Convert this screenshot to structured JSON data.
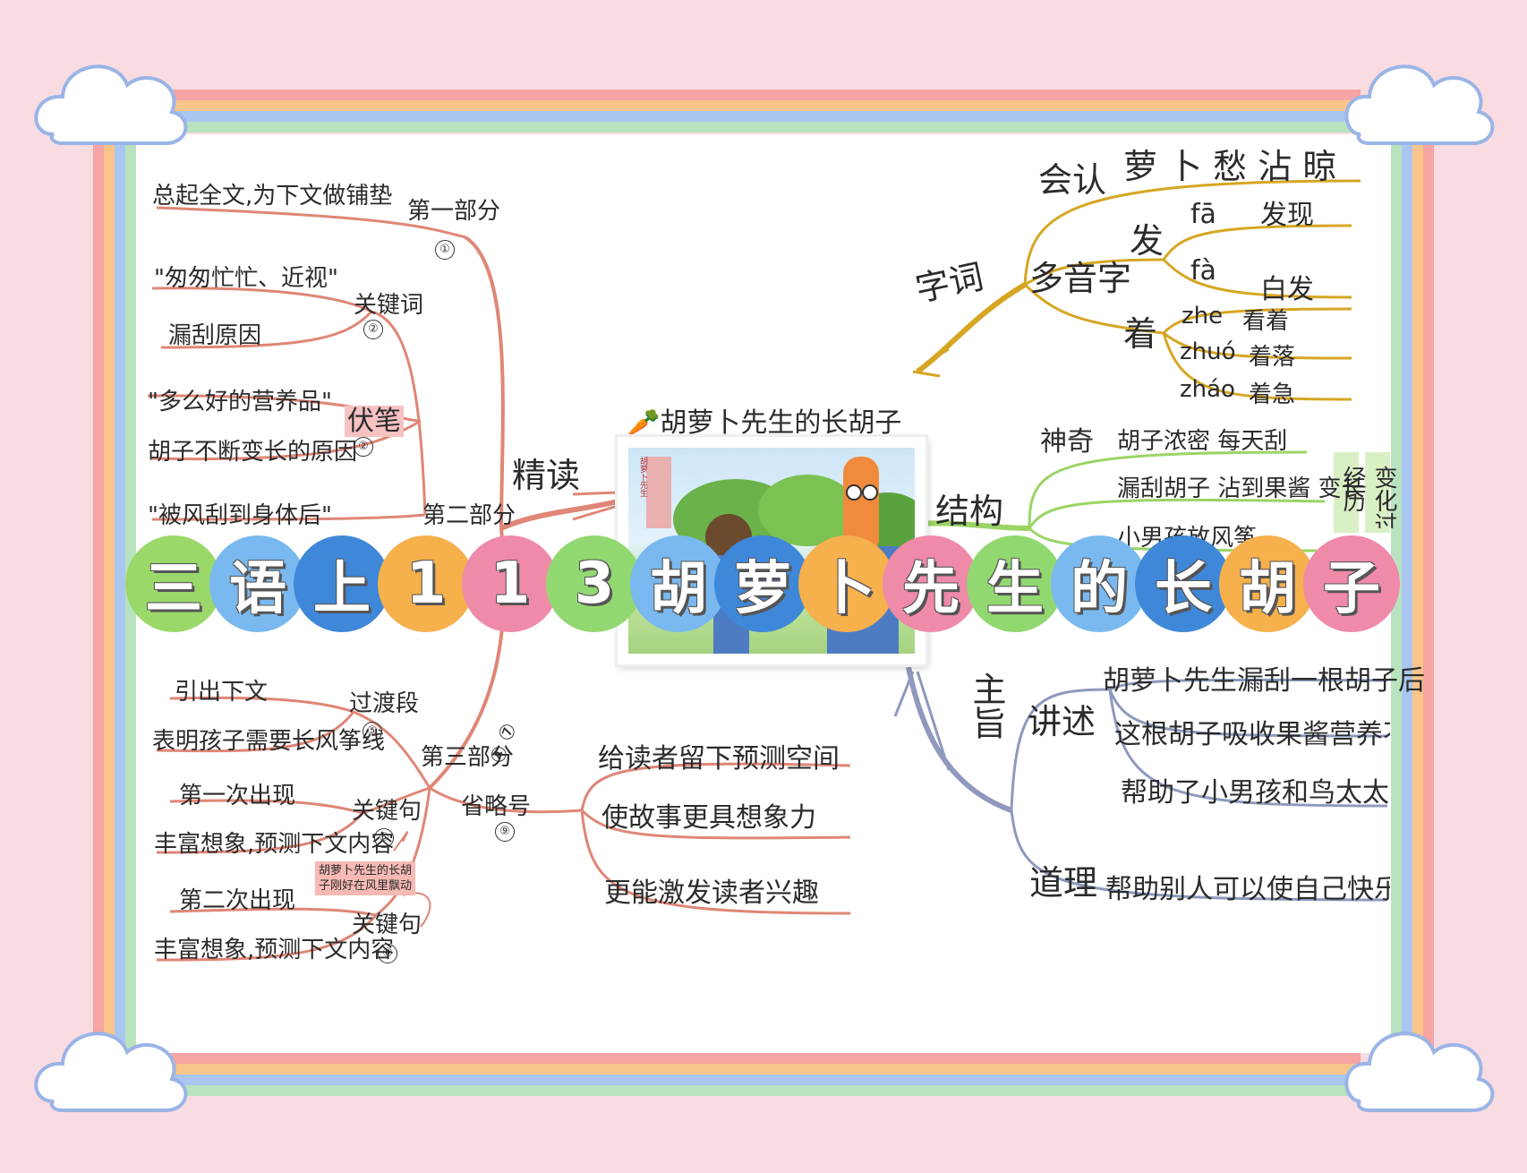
{
  "title": {
    "chars": [
      "三",
      "语",
      "上",
      "1",
      "1",
      "3",
      "胡",
      "萝",
      "卜",
      "先",
      "生",
      "的",
      "长",
      "胡",
      "子"
    ],
    "colors": [
      "#9bd86a",
      "#79b9ef",
      "#3f87d8",
      "#f6b04c",
      "#f08aa9",
      "#92d870",
      "#79b9ef",
      "#3f87d8",
      "#f6b04c",
      "#f08aa9",
      "#92d870",
      "#79b9ef",
      "#3f87d8",
      "#f6b04c",
      "#f08aa9"
    ]
  },
  "central": {
    "title": "胡萝卜先生的长胡子",
    "icon": "carrot-icon",
    "book_label": "胡萝卜先生"
  },
  "left": {
    "main_branch": "精读",
    "part1": {
      "label": "第一部分",
      "num": "①",
      "note": "总起全文,为下文做铺垫"
    },
    "part2": {
      "label": "第二部分",
      "keyword": {
        "label": "关键词",
        "num": "②",
        "items": [
          "\"匆匆忙忙、近视\"",
          "漏刮原因"
        ]
      },
      "foreshadow": {
        "label": "伏笔",
        "num": "②",
        "items": [
          "\"多么好的营养品\"",
          "胡子不断变长的原因"
        ]
      },
      "wind": {
        "text": "\"被风刮到身体后\""
      }
    },
    "part3": {
      "label": "第三部分",
      "nums": "④ ⑦",
      "transition": {
        "label": "过渡段",
        "num": "⑤",
        "items": [
          "引出下文",
          "表明孩子需要长风筝线"
        ]
      },
      "key1": {
        "label": "关键句",
        "num": "⑥",
        "items": [
          "第一次出现",
          "丰富想象,预测下文内容"
        ]
      },
      "key2": {
        "label": "关键句",
        "num": "⑧",
        "items": [
          "第二次出现",
          "丰富想象,预测下文内容"
        ]
      },
      "note": [
        "胡萝卜先生的长胡",
        "子刚好在风里飘动"
      ]
    },
    "ellipsis": {
      "label": "省略号",
      "num": "⑨",
      "items": [
        "给读者留下预测空间",
        "使故事更具想象力",
        "更能激发读者兴趣"
      ]
    }
  },
  "right": {
    "words": {
      "label": "字词",
      "recognize": {
        "label": "会认",
        "chars": "萝 卜 愁 沾 晾"
      },
      "polyphone": {
        "label": "多音字",
        "fa": {
          "char": "发",
          "readings": [
            {
              "py": "fā",
              "word": "发现"
            },
            {
              "py": "fà",
              "word": "白发"
            }
          ]
        },
        "zhe": {
          "char": "着",
          "readings": [
            {
              "py": "zhe",
              "word": "看着"
            },
            {
              "py": "zhuó",
              "word": "着落"
            },
            {
              "py": "zháo",
              "word": "着急"
            }
          ]
        }
      }
    },
    "structure": {
      "label": "结构",
      "magic": "神奇",
      "items": [
        "胡子浓密 每天刮",
        "漏刮胡子 沾到果酱 变长",
        "小男孩放风筝"
      ],
      "tags": [
        "经历",
        "变化过"
      ]
    },
    "theme": {
      "label": "主旨",
      "narrate": {
        "label": "讲述",
        "items": [
          "胡萝卜先生漏刮一根胡子后",
          "这根胡子吸收果酱营养不断变长",
          "帮助了小男孩和鸟太太"
        ]
      },
      "reason": {
        "label": "道理",
        "text": "帮助别人可以使自己快乐"
      }
    }
  },
  "colors": {
    "salmon": "#df8676",
    "gold": "#d6a623",
    "green": "#9ad465",
    "slate": "#8f98bd",
    "bg": "#f9dce2"
  }
}
